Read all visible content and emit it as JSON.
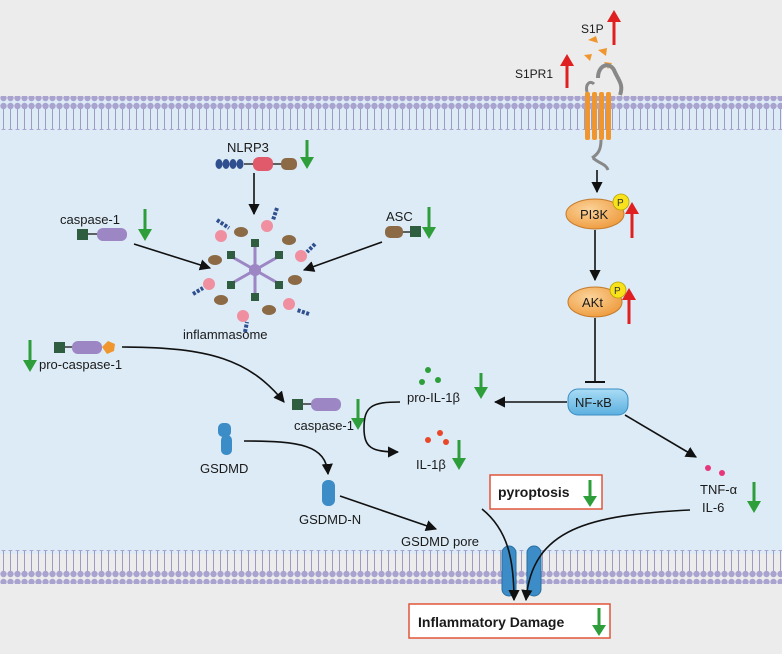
{
  "labels": {
    "s1p": "S1P",
    "s1pr1": "S1PR1",
    "nlrp3": "NLRP3",
    "caspase1_top": "caspase-1",
    "asc": "ASC",
    "inflammasome": "inflammasome",
    "pro_caspase1": "pro-caspase-1",
    "caspase1_mid": "caspase-1",
    "pro_il1b": "pro-IL-1β",
    "il1b": "IL-1β",
    "gsdmd": "GSDMD",
    "gsdmd_n": "GSDMD-N",
    "gsdmd_pore": "GSDMD pore",
    "pyroptosis": "pyroptosis",
    "tnf": "TNF-α",
    "il6": "IL-6",
    "inflammatory_damage": "Inflammatory Damage",
    "pi3k": "PI3K",
    "akt": "AKt",
    "nfkb": "NF-κB",
    "phospho": "P"
  },
  "colors": {
    "up_arrow": "#e02020",
    "down_arrow": "#2e9e3a",
    "cell_fill": "#dcebf6",
    "outside_fill": "#ececec",
    "membrane_head": "#a9a3cf",
    "node_fill": "#f4b25e",
    "nfkb_fill": "#7cc3ea",
    "gsdmd_fill": "#3b8cc7",
    "box_border": "#e0553a"
  }
}
